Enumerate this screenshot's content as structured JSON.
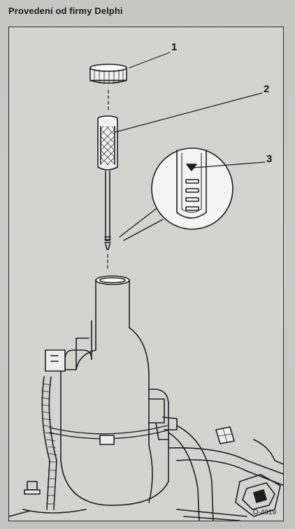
{
  "heading": "Provedení od firmy Delphi",
  "callouts": [
    "1",
    "2",
    "3"
  ],
  "figure_code": "O-4019"
}
